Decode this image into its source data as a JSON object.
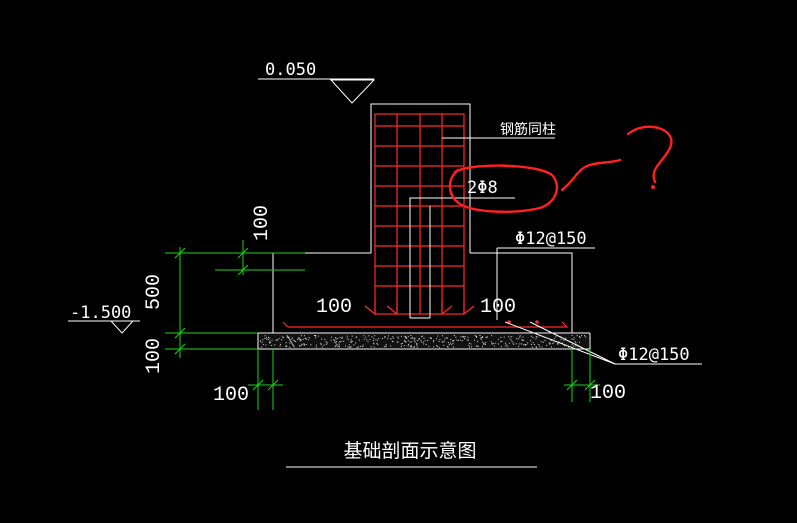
{
  "drawing": {
    "title": "基础剖面示意图",
    "elevation_top": "0.050",
    "elevation_bottom": "-1.500",
    "label_column_rebar": "钢筋同柱",
    "label_dowel": "2Φ8",
    "label_rebar_top": "Φ12@150",
    "label_rebar_bottom": "Φ12@150",
    "dim_left_step": "100",
    "dim_right_step": "100",
    "dim_v_small": "100",
    "dim_v_height": "500",
    "dim_v_base": "100",
    "dim_bottom_left": "100",
    "dim_bottom_right": "100",
    "annotation_mark": "?"
  },
  "colors": {
    "background": "#000000",
    "lines": "#ffffff",
    "rebar": "#ff2a2a",
    "dimensions": "#1fd11f",
    "annotation": "#ff2020"
  }
}
